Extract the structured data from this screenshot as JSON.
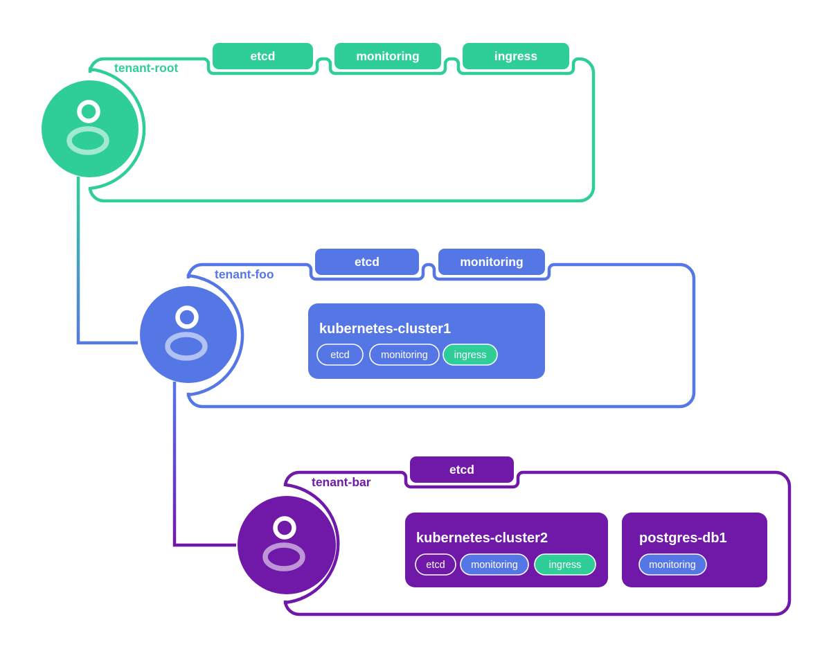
{
  "colors": {
    "green": "#2fce98",
    "blue": "#5577e5",
    "purple": "#7018a8"
  },
  "tenants": [
    {
      "name": "tenant-root",
      "color": "green",
      "tags": [
        "etcd",
        "monitoring",
        "ingress"
      ],
      "resources": []
    },
    {
      "name": "tenant-foo",
      "color": "blue",
      "tags": [
        "etcd",
        "monitoring"
      ],
      "resources": [
        {
          "title": "kubernetes-cluster1",
          "pills": [
            {
              "label": "etcd",
              "variant": "outline"
            },
            {
              "label": "monitoring",
              "variant": "outline"
            },
            {
              "label": "ingress",
              "variant": "green"
            }
          ]
        }
      ]
    },
    {
      "name": "tenant-bar",
      "color": "purple",
      "tags": [
        "etcd"
      ],
      "resources": [
        {
          "title": "kubernetes-cluster2",
          "pills": [
            {
              "label": "etcd",
              "variant": "outline"
            },
            {
              "label": "monitoring",
              "variant": "blue"
            },
            {
              "label": "ingress",
              "variant": "green"
            }
          ]
        },
        {
          "title": "postgres-db1",
          "pills": [
            {
              "label": "monitoring",
              "variant": "blue"
            }
          ]
        }
      ]
    }
  ]
}
